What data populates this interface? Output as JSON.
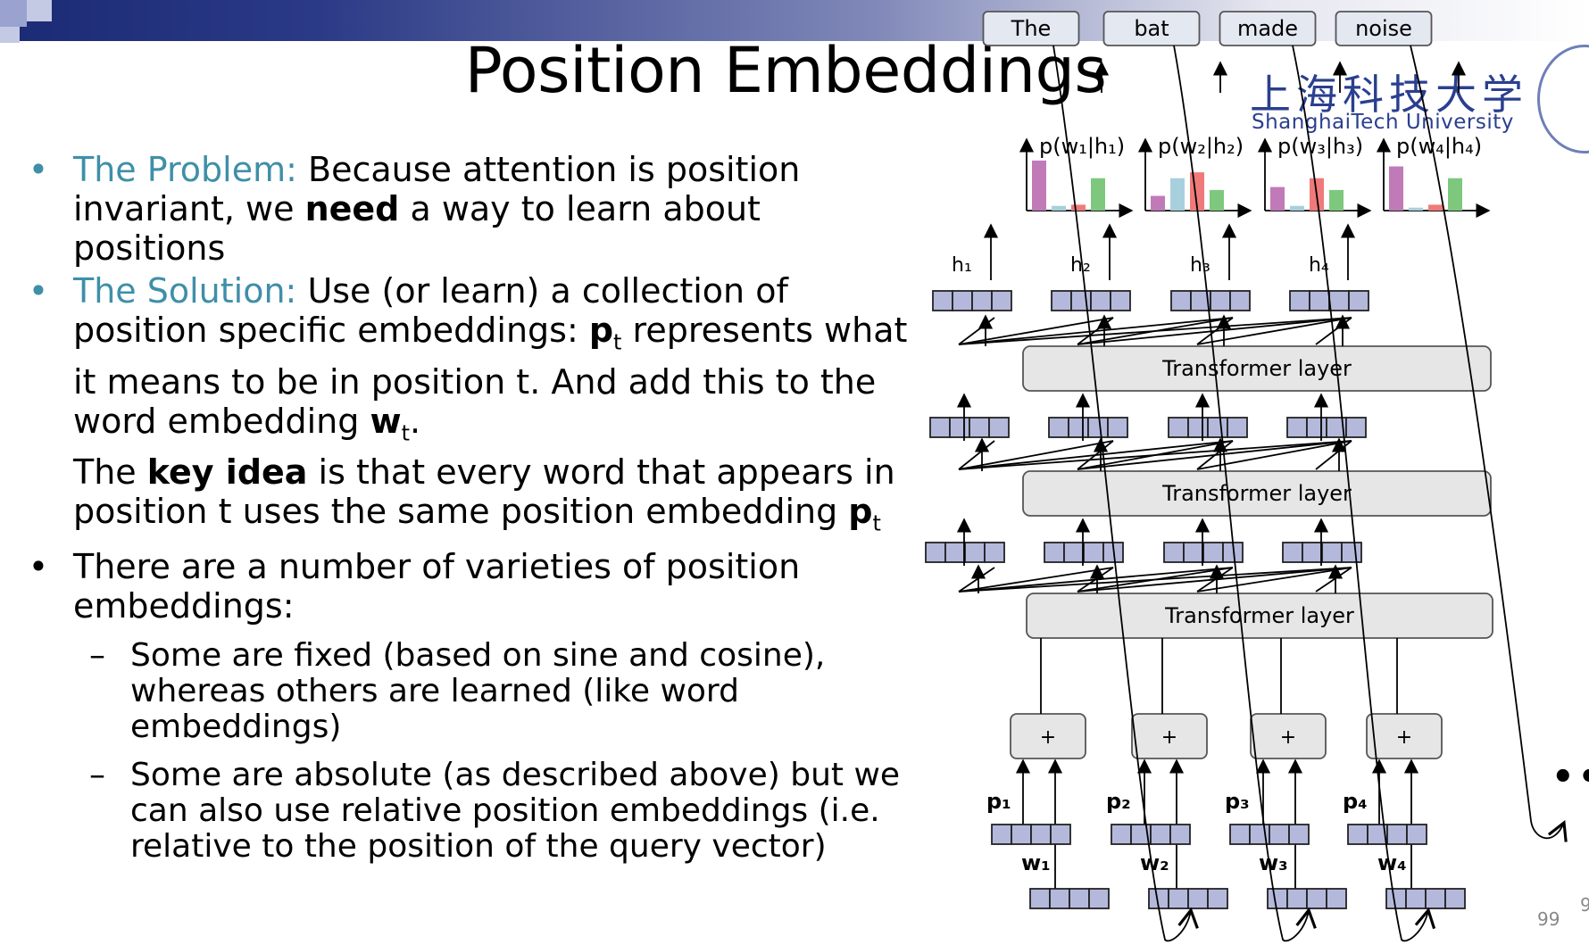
{
  "slide": {
    "title": "Position Embeddings",
    "page_number": "99",
    "page_number_partial": "9",
    "ellipsis": "••"
  },
  "logo": {
    "chinese": "上海科技大学",
    "english": "ShanghaiTech University"
  },
  "bullets": {
    "problem_label": "The Problem:",
    "problem_pre": " Because attention is position invariant, we ",
    "problem_bold": "need",
    "problem_post": " a way to learn about positions",
    "solution_label": "The Solution:",
    "solution_pre": " Use (or learn) a collection of position specific embeddings: ",
    "solution_p": "p",
    "solution_t": "t",
    "solution_mid": " represents what it means to be in position t. And add this to the word embedding ",
    "solution_w": "w",
    "solution_wt": "t",
    "solution_end": ".",
    "keyidea_pre": "The ",
    "keyidea_bold": "key idea",
    "keyidea_post": " is that every word that appears in position t uses the same position embedding ",
    "keyidea_p": "p",
    "keyidea_t": "t",
    "varieties": "There are a number of varieties of position embeddings:",
    "sub1": "Some are fixed (based on sine and cosine), whereas others are learned (like word embeddings)",
    "sub2": "Some are absolute (as described above) but we can also use relative position embeddings (i.e. relative to the position of the query vector)"
  },
  "diagram": {
    "output_words": [
      "The",
      "bat",
      "made",
      "noise"
    ],
    "prob_labels": [
      "p(w₁|h₁)",
      "p(w₂|h₂)",
      "p(w₃|h₃)",
      "p(w₄|h₄)"
    ],
    "hidden_labels": [
      "h₁",
      "h₂",
      "h₃",
      "h₄"
    ],
    "transformer_label": "Transformer layer",
    "plus": "+",
    "pos_labels": [
      "p₁",
      "p₂",
      "p₃",
      "p₄"
    ],
    "word_labels": [
      "w₁",
      "w₂",
      "w₃",
      "w₄"
    ],
    "colors": {
      "bar_purple": "#c07ab8",
      "bar_blue": "#a8d0dc",
      "bar_red": "#f07a7a",
      "bar_green": "#7ec87e",
      "cell_fill": "#b4b9dc",
      "layer_fill": "#e6e6e6"
    }
  }
}
